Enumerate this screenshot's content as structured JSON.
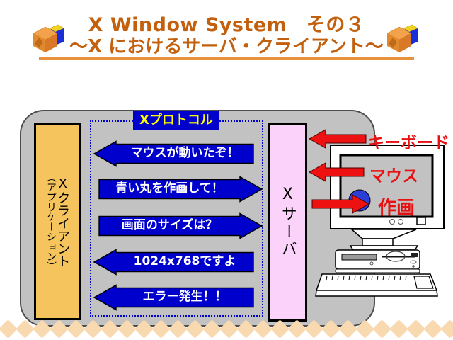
{
  "slide": {
    "title_line1": "X Window System　その３",
    "title_line2": "～X におけるサーバ・クライアント～",
    "title_color": "#C2600E",
    "underline_color": "#E8913C"
  },
  "diagram": {
    "client_box": {
      "label_x": "X",
      "label_main": "クライアント",
      "label_sub": "（アプリケーション）",
      "bg_color": "#F5C45C"
    },
    "server_box": {
      "label_x": "X",
      "label_main": "サーバ",
      "bg_color": "#FAD2FA"
    },
    "protocol_label": {
      "text": "Xプロトコル",
      "bg_color": "#0000CC",
      "text_color": "#FFFF00"
    },
    "messages": [
      {
        "text": "マウスが動いたぞ！",
        "direction": "left"
      },
      {
        "text": "青い丸を作画して！",
        "direction": "right"
      },
      {
        "text": "画面のサイズは？",
        "direction": "right"
      },
      {
        "text": "1024x768ですよ",
        "direction": "left"
      },
      {
        "text": "エラー発生！！",
        "direction": "left"
      }
    ]
  },
  "inputs": [
    {
      "label": "キーボード",
      "direction": "left"
    },
    {
      "label": "マウス",
      "direction": "left"
    },
    {
      "label": "作画",
      "direction": "right"
    }
  ],
  "colors": {
    "arrow_blue": "#0000CC",
    "arrow_red": "#EE1111",
    "panel_gray": "#C2C2C2",
    "screen_circle_blue": "#2B3FD6"
  },
  "decor": {
    "diamond_color": "#F8D9B0",
    "diamond_count": 27
  }
}
